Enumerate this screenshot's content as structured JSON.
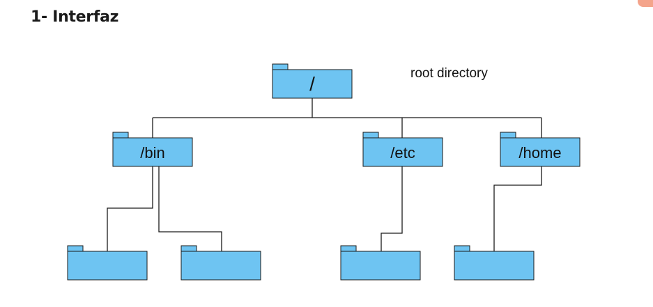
{
  "page": {
    "heading": "1- Interfaz"
  },
  "diagram": {
    "root": {
      "label": "/",
      "annotation": "root directory"
    },
    "children": [
      {
        "label": "/bin",
        "subfolders": [
          "",
          ""
        ]
      },
      {
        "label": "/etc",
        "subfolders": [
          ""
        ]
      },
      {
        "label": "/home",
        "subfolders": [
          ""
        ]
      }
    ]
  },
  "colors": {
    "folder_fill": "#6ec4f2",
    "outline": "#1a1a1a",
    "accent_corner": "#f4a48b"
  },
  "icons": {
    "folder": "folder-icon"
  }
}
